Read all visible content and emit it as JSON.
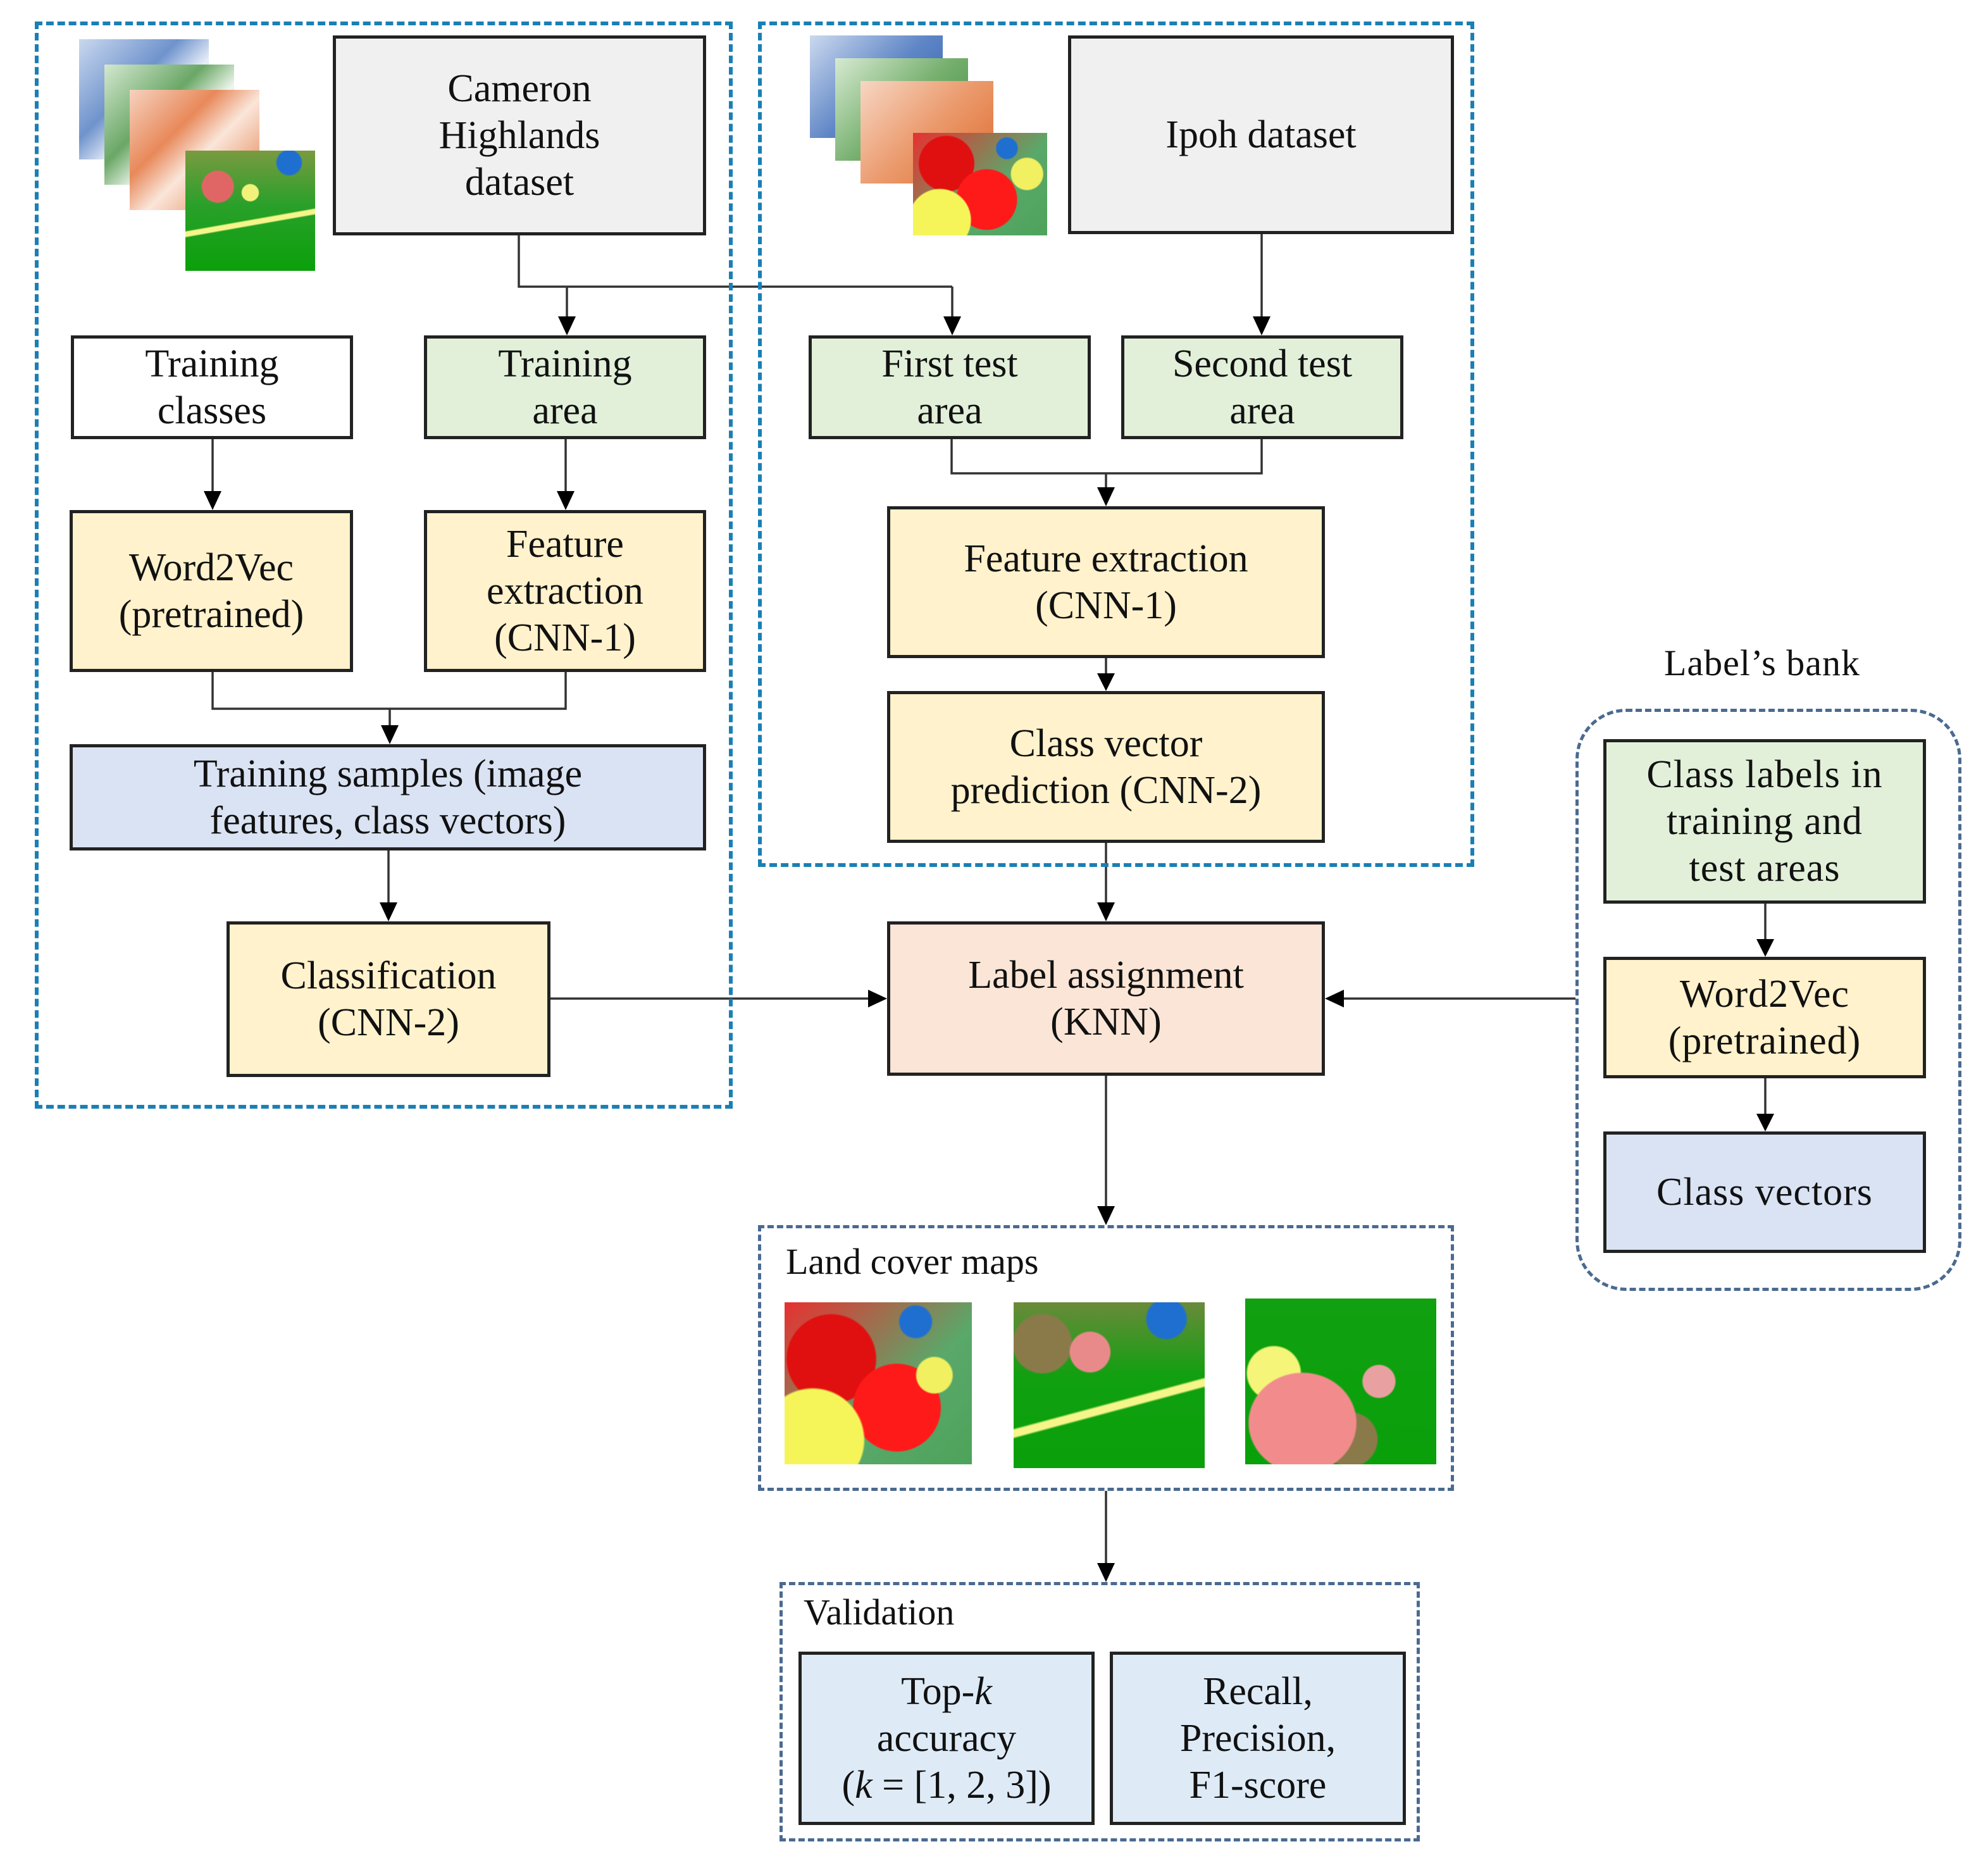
{
  "diagram": {
    "type": "flowchart",
    "title": "Zero-shot land cover classification workflow"
  },
  "nodes": {
    "cameron": "Cameron\nHighlands\ndataset",
    "ipoh": "Ipoh dataset",
    "training_classes": "Training\nclasses",
    "training_area": "Training\narea",
    "first_test": "First test\narea",
    "second_test": "Second test\narea",
    "word2vec_left": "Word2Vec\n(pretrained)",
    "feature_left": "Feature\nextraction\n(CNN-1)",
    "feature_right": "Feature extraction\n(CNN-1)",
    "class_vector_pred": "Class vector\nprediction (CNN-2)",
    "training_samples": "Training  samples (image\nfeatures, class vectors)",
    "classification": "Classification\n(CNN-2)",
    "label_assignment": "Label assignment\n(KNN)",
    "class_labels": "Class labels in\ntraining and\ntest areas",
    "word2vec_right": "Word2Vec\n(pretrained)",
    "class_vectors": "Class vectors",
    "recall": "Recall,\nPrecision,\nF1-score"
  },
  "topk": {
    "line1_prefix": "Top-",
    "line1_var": "k",
    "line2": "accuracy",
    "line3_open": "(",
    "line3_var": "k",
    "line3_rest": " = [1, 2, 3])"
  },
  "groups": {
    "labels_bank_title": "Label’s bank",
    "land_cover_title": "Land cover maps",
    "validation_title": "Validation"
  },
  "images": {
    "cameron_stack": [
      "blue-band",
      "green-band",
      "nir-band",
      "land-cover-map"
    ],
    "ipoh_stack": [
      "blue-band",
      "green-band",
      "nir-band",
      "land-cover-map"
    ],
    "land_cover_maps": [
      "ipoh-map",
      "cameron-map",
      "town-map"
    ]
  },
  "colors": {
    "group_border_blue": "#1a7fb5",
    "group_border_slate": "#4a6a90",
    "dataset_fill": "#f0f0f0",
    "area_fill": "#e2f0d9",
    "process_fill": "#fff2cc",
    "samples_fill": "#dae3f3",
    "knn_fill": "#fbe5d6",
    "validation_fill": "#deebf7"
  },
  "edges": [
    [
      "cameron",
      "training_area"
    ],
    [
      "cameron",
      "first_test"
    ],
    [
      "ipoh",
      "second_test"
    ],
    [
      "training_classes",
      "word2vec_left"
    ],
    [
      "training_area",
      "feature_left"
    ],
    [
      "word2vec_left",
      "training_samples"
    ],
    [
      "feature_left",
      "training_samples"
    ],
    [
      "training_samples",
      "classification"
    ],
    [
      "first_test",
      "feature_right"
    ],
    [
      "second_test",
      "feature_right"
    ],
    [
      "feature_right",
      "class_vector_pred"
    ],
    [
      "class_vector_pred",
      "label_assignment"
    ],
    [
      "classification",
      "label_assignment"
    ],
    [
      "labels_bank",
      "label_assignment"
    ],
    [
      "class_labels",
      "word2vec_right"
    ],
    [
      "word2vec_right",
      "class_vectors"
    ],
    [
      "label_assignment",
      "land_cover_maps"
    ],
    [
      "land_cover_maps",
      "validation"
    ]
  ]
}
